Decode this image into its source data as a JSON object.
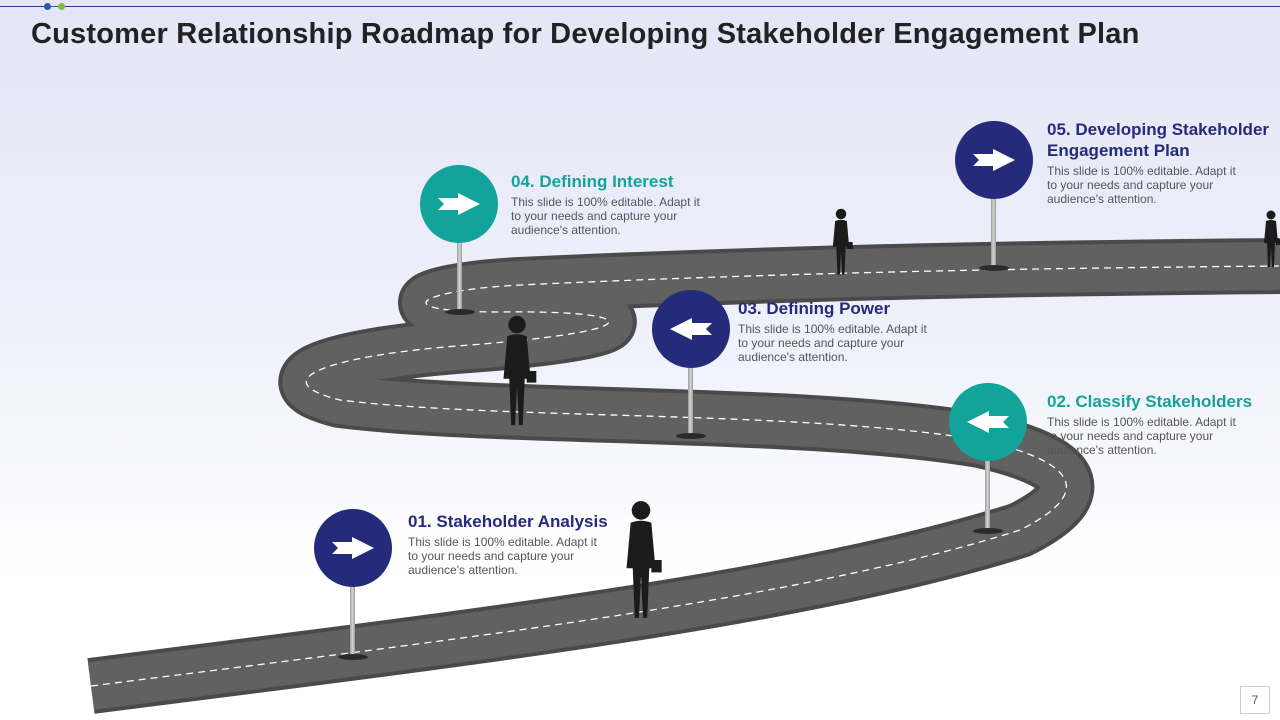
{
  "slide": {
    "title": "Customer Relationship Roadmap for Developing Stakeholder Engagement Plan",
    "page_number": "7"
  },
  "colors": {
    "navy": "#252a7a",
    "teal": "#12a39a",
    "road": "#595959",
    "title": "#222222"
  },
  "stages": [
    {
      "title": "01. Stakeholder Analysis",
      "desc": "This slide is 100% editable. Adapt it to your needs and capture your audience's attention.",
      "color": "navy",
      "arrow": "right-arrow-icon"
    },
    {
      "title": "02. Classify Stakeholders",
      "desc": "This slide is 100% editable. Adapt it to your needs and capture your audience's attention.",
      "color": "teal",
      "arrow": "left-arrow-icon"
    },
    {
      "title": "03. Defining Power",
      "desc": "This slide is 100% editable. Adapt it to your needs and capture your audience's attention.",
      "color": "navy",
      "arrow": "left-arrow-icon"
    },
    {
      "title": "04. Defining Interest",
      "desc": "This slide is 100% editable. Adapt it to your needs and capture your audience's attention.",
      "color": "teal",
      "arrow": "right-arrow-icon"
    },
    {
      "title_line1": "05. Developing Stakeholder",
      "title_line2": "Engagement  Plan",
      "desc": "This slide is 100% editable. Adapt it to your needs and capture your audience's attention.",
      "color": "navy",
      "arrow": "right-arrow-icon"
    }
  ]
}
